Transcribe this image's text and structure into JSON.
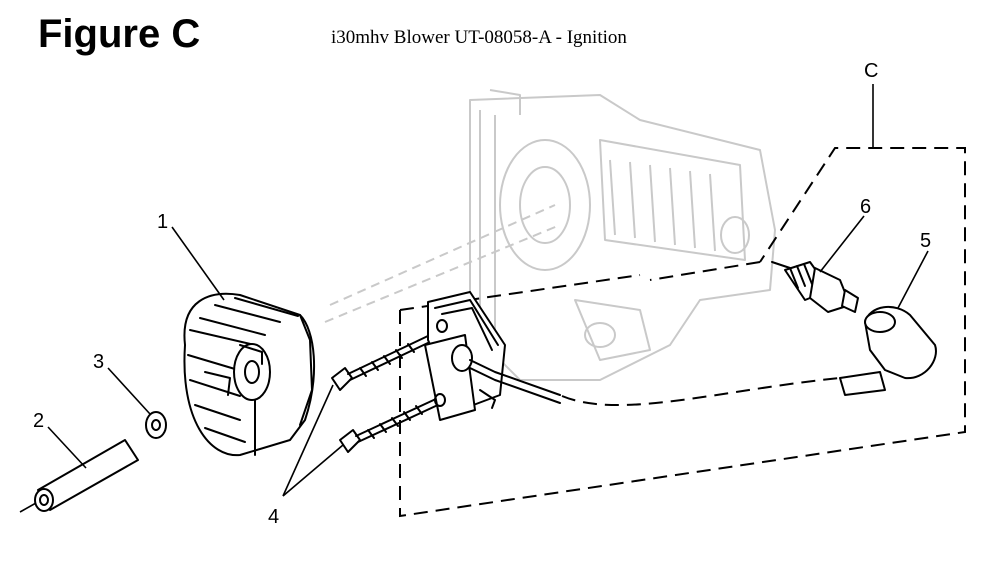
{
  "figure_label": "Figure C",
  "title": "i30mhv Blower UT-08058-A - Ignition",
  "callouts": {
    "c1": "1",
    "c2": "2",
    "c3": "3",
    "c4": "4",
    "c5": "5",
    "c6": "6",
    "cC": "C"
  }
}
